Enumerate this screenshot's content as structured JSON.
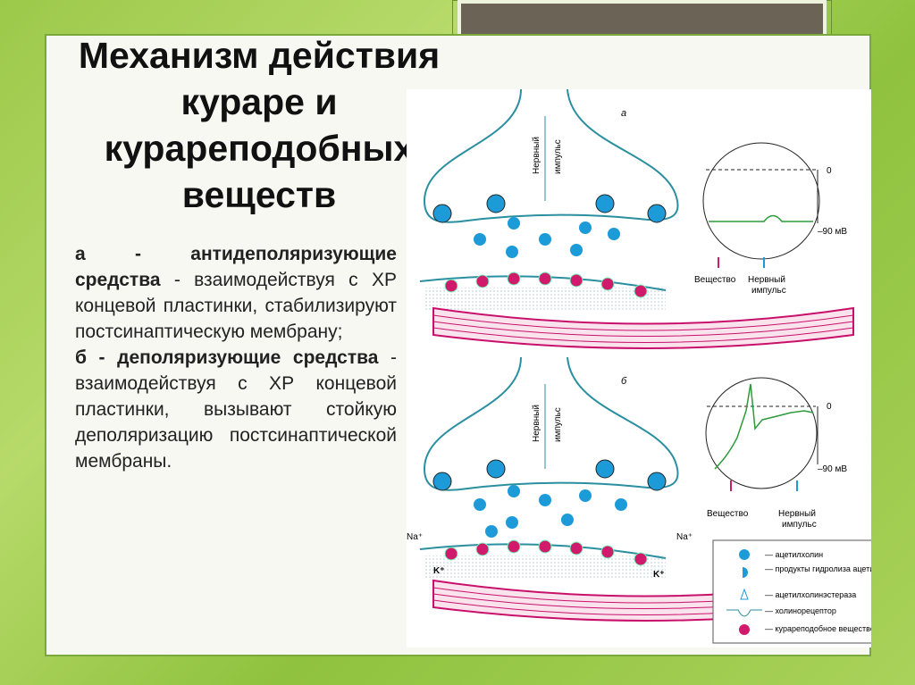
{
  "title": "Механизм действия кураре и курареподобных веществ",
  "body": {
    "a_label": "а - антидеполяризующие средства",
    "a_text": " - взаимодействуя с ХР концевой пластинки, стабилизируют постсинаптическую мембрану;",
    "b_label": "б - деполяризующие средства",
    "b_text": " - взаимодействуя с ХР концевой пластинки, вызывают стойкую деполяризацию постсинаптической мембраны."
  },
  "diagram": {
    "panel_a": "а",
    "panel_b": "б",
    "nerve_impulse_l1": "Нервный",
    "nerve_impulse_l2": "импульс",
    "zero": "0",
    "minus90": "–90 мВ",
    "substance": "Вещество",
    "impulse_l1": "Нервный",
    "impulse_l2": "импульс",
    "na": "Na⁺",
    "k": "K⁺"
  },
  "legend": [
    {
      "icon": "acetylcholine",
      "text": "— ацетилхолин"
    },
    {
      "icon": "hydrolysis-products",
      "text": "— продукты гидролиза ацетилхолина"
    },
    {
      "icon": "acetylcholinesterase",
      "text": "— ацетилхолинэстераза"
    },
    {
      "icon": "cholinoreceptor",
      "text": "— холинорецептор"
    },
    {
      "icon": "curare-like-substance",
      "text": "— курареподобное вещество"
    }
  ],
  "colors": {
    "acetylcholine": "#1d9bd8",
    "curare": "#d01a6c",
    "membrane": "#2a8fa0",
    "trace": "#2e9a3c"
  }
}
